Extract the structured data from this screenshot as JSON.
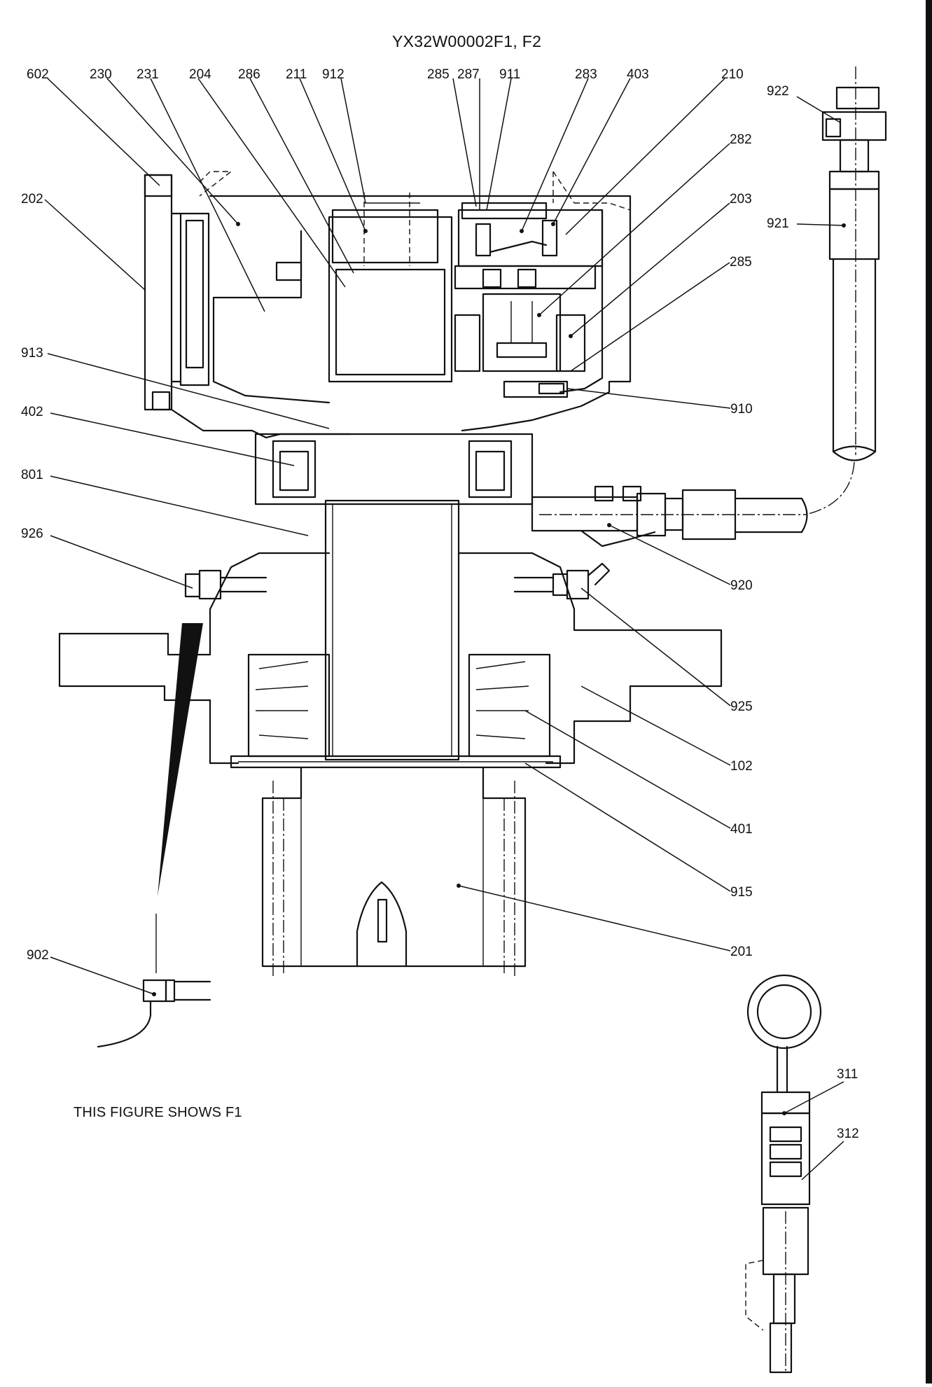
{
  "diagram": {
    "title": "YX32W00002F1, F2",
    "caption": "THIS FIGURE SHOWS  F1",
    "callouts": [
      {
        "id": "c602",
        "label": "602"
      },
      {
        "id": "c230",
        "label": "230"
      },
      {
        "id": "c231",
        "label": "231"
      },
      {
        "id": "c204",
        "label": "204"
      },
      {
        "id": "c286",
        "label": "286"
      },
      {
        "id": "c211",
        "label": "211"
      },
      {
        "id": "c912",
        "label": "912"
      },
      {
        "id": "c285a",
        "label": "285"
      },
      {
        "id": "c287",
        "label": "287"
      },
      {
        "id": "c911",
        "label": "911"
      },
      {
        "id": "c283",
        "label": "283"
      },
      {
        "id": "c403",
        "label": "403"
      },
      {
        "id": "c210",
        "label": "210"
      },
      {
        "id": "c922",
        "label": "922"
      },
      {
        "id": "c282",
        "label": "282"
      },
      {
        "id": "c202",
        "label": "202"
      },
      {
        "id": "c203",
        "label": "203"
      },
      {
        "id": "c921",
        "label": "921"
      },
      {
        "id": "c285b",
        "label": "285"
      },
      {
        "id": "c913",
        "label": "913"
      },
      {
        "id": "c910",
        "label": "910"
      },
      {
        "id": "c402",
        "label": "402"
      },
      {
        "id": "c801",
        "label": "801"
      },
      {
        "id": "c926",
        "label": "926"
      },
      {
        "id": "c920",
        "label": "920"
      },
      {
        "id": "c925",
        "label": "925"
      },
      {
        "id": "c102",
        "label": "102"
      },
      {
        "id": "c401",
        "label": "401"
      },
      {
        "id": "c915",
        "label": "915"
      },
      {
        "id": "c201",
        "label": "201"
      },
      {
        "id": "c902",
        "label": "902"
      },
      {
        "id": "c311",
        "label": "311"
      },
      {
        "id": "c312",
        "label": "312"
      }
    ]
  }
}
